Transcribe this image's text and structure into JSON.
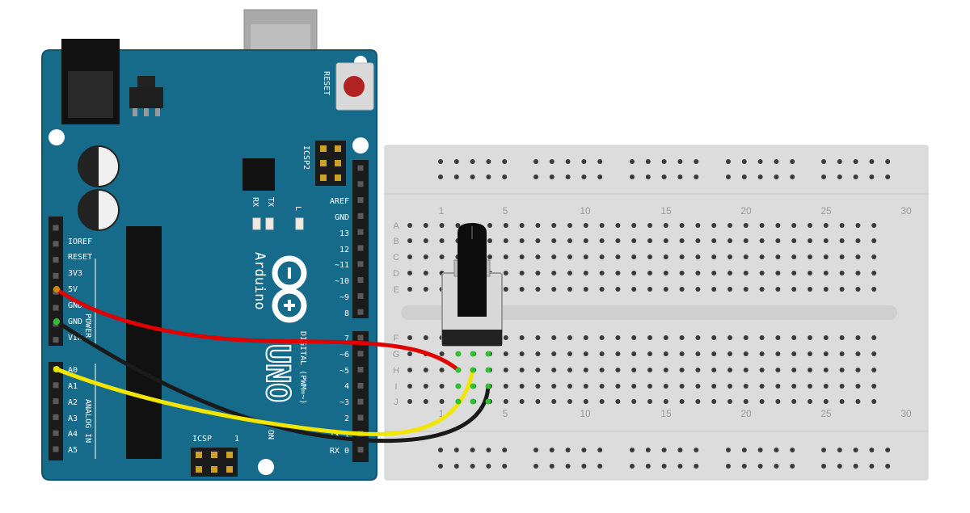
{
  "board": {
    "brand": "Arduino",
    "model": "UNO",
    "reset_label": "RESET",
    "icsp2_label": "ICSP2",
    "icsp_label": "ICSP",
    "icsp_pin1": "1",
    "tx_label": "TX",
    "rx_label": "RX",
    "l_label": "L",
    "power_label": "POWER",
    "analog_label": "ANALOG IN",
    "digital_label": "DIGITAL (PWM=~)",
    "on_label": "ON",
    "power_pins": [
      "IOREF",
      "RESET",
      "3V3",
      "5V",
      "GND",
      "GND",
      "VIN"
    ],
    "analog_pins": [
      "A0",
      "A1",
      "A2",
      "A3",
      "A4",
      "A5"
    ],
    "digital_pins_top": [
      "AREF",
      "GND",
      "13",
      "12",
      "~11",
      "~10",
      "~9",
      "8"
    ],
    "digital_pins_bottom": [
      "7",
      "~6",
      "~5",
      "4",
      "~3",
      "2",
      "TX 1",
      "RX 0"
    ]
  },
  "breadboard": {
    "columns_top": [
      "1",
      "5",
      "10",
      "15",
      "20",
      "25",
      "30"
    ],
    "columns_bottom": [
      "1",
      "5",
      "10",
      "15",
      "20",
      "25",
      "30"
    ],
    "rows_top": [
      "A",
      "B",
      "C",
      "D",
      "E"
    ],
    "rows_bottom": [
      "F",
      "G",
      "H",
      "I",
      "J"
    ]
  },
  "wires": [
    {
      "from": "5V",
      "to": "potentiometer pin 1",
      "color": "#e00000"
    },
    {
      "from": "GND",
      "to": "potentiometer pin 3",
      "color": "#1a1a1a"
    },
    {
      "from": "A0",
      "to": "potentiometer wiper",
      "color": "#f2e600"
    }
  ],
  "colors": {
    "board": "#166b8a",
    "breadboard": "#dcdcdc",
    "reset_button": "#b22222"
  }
}
